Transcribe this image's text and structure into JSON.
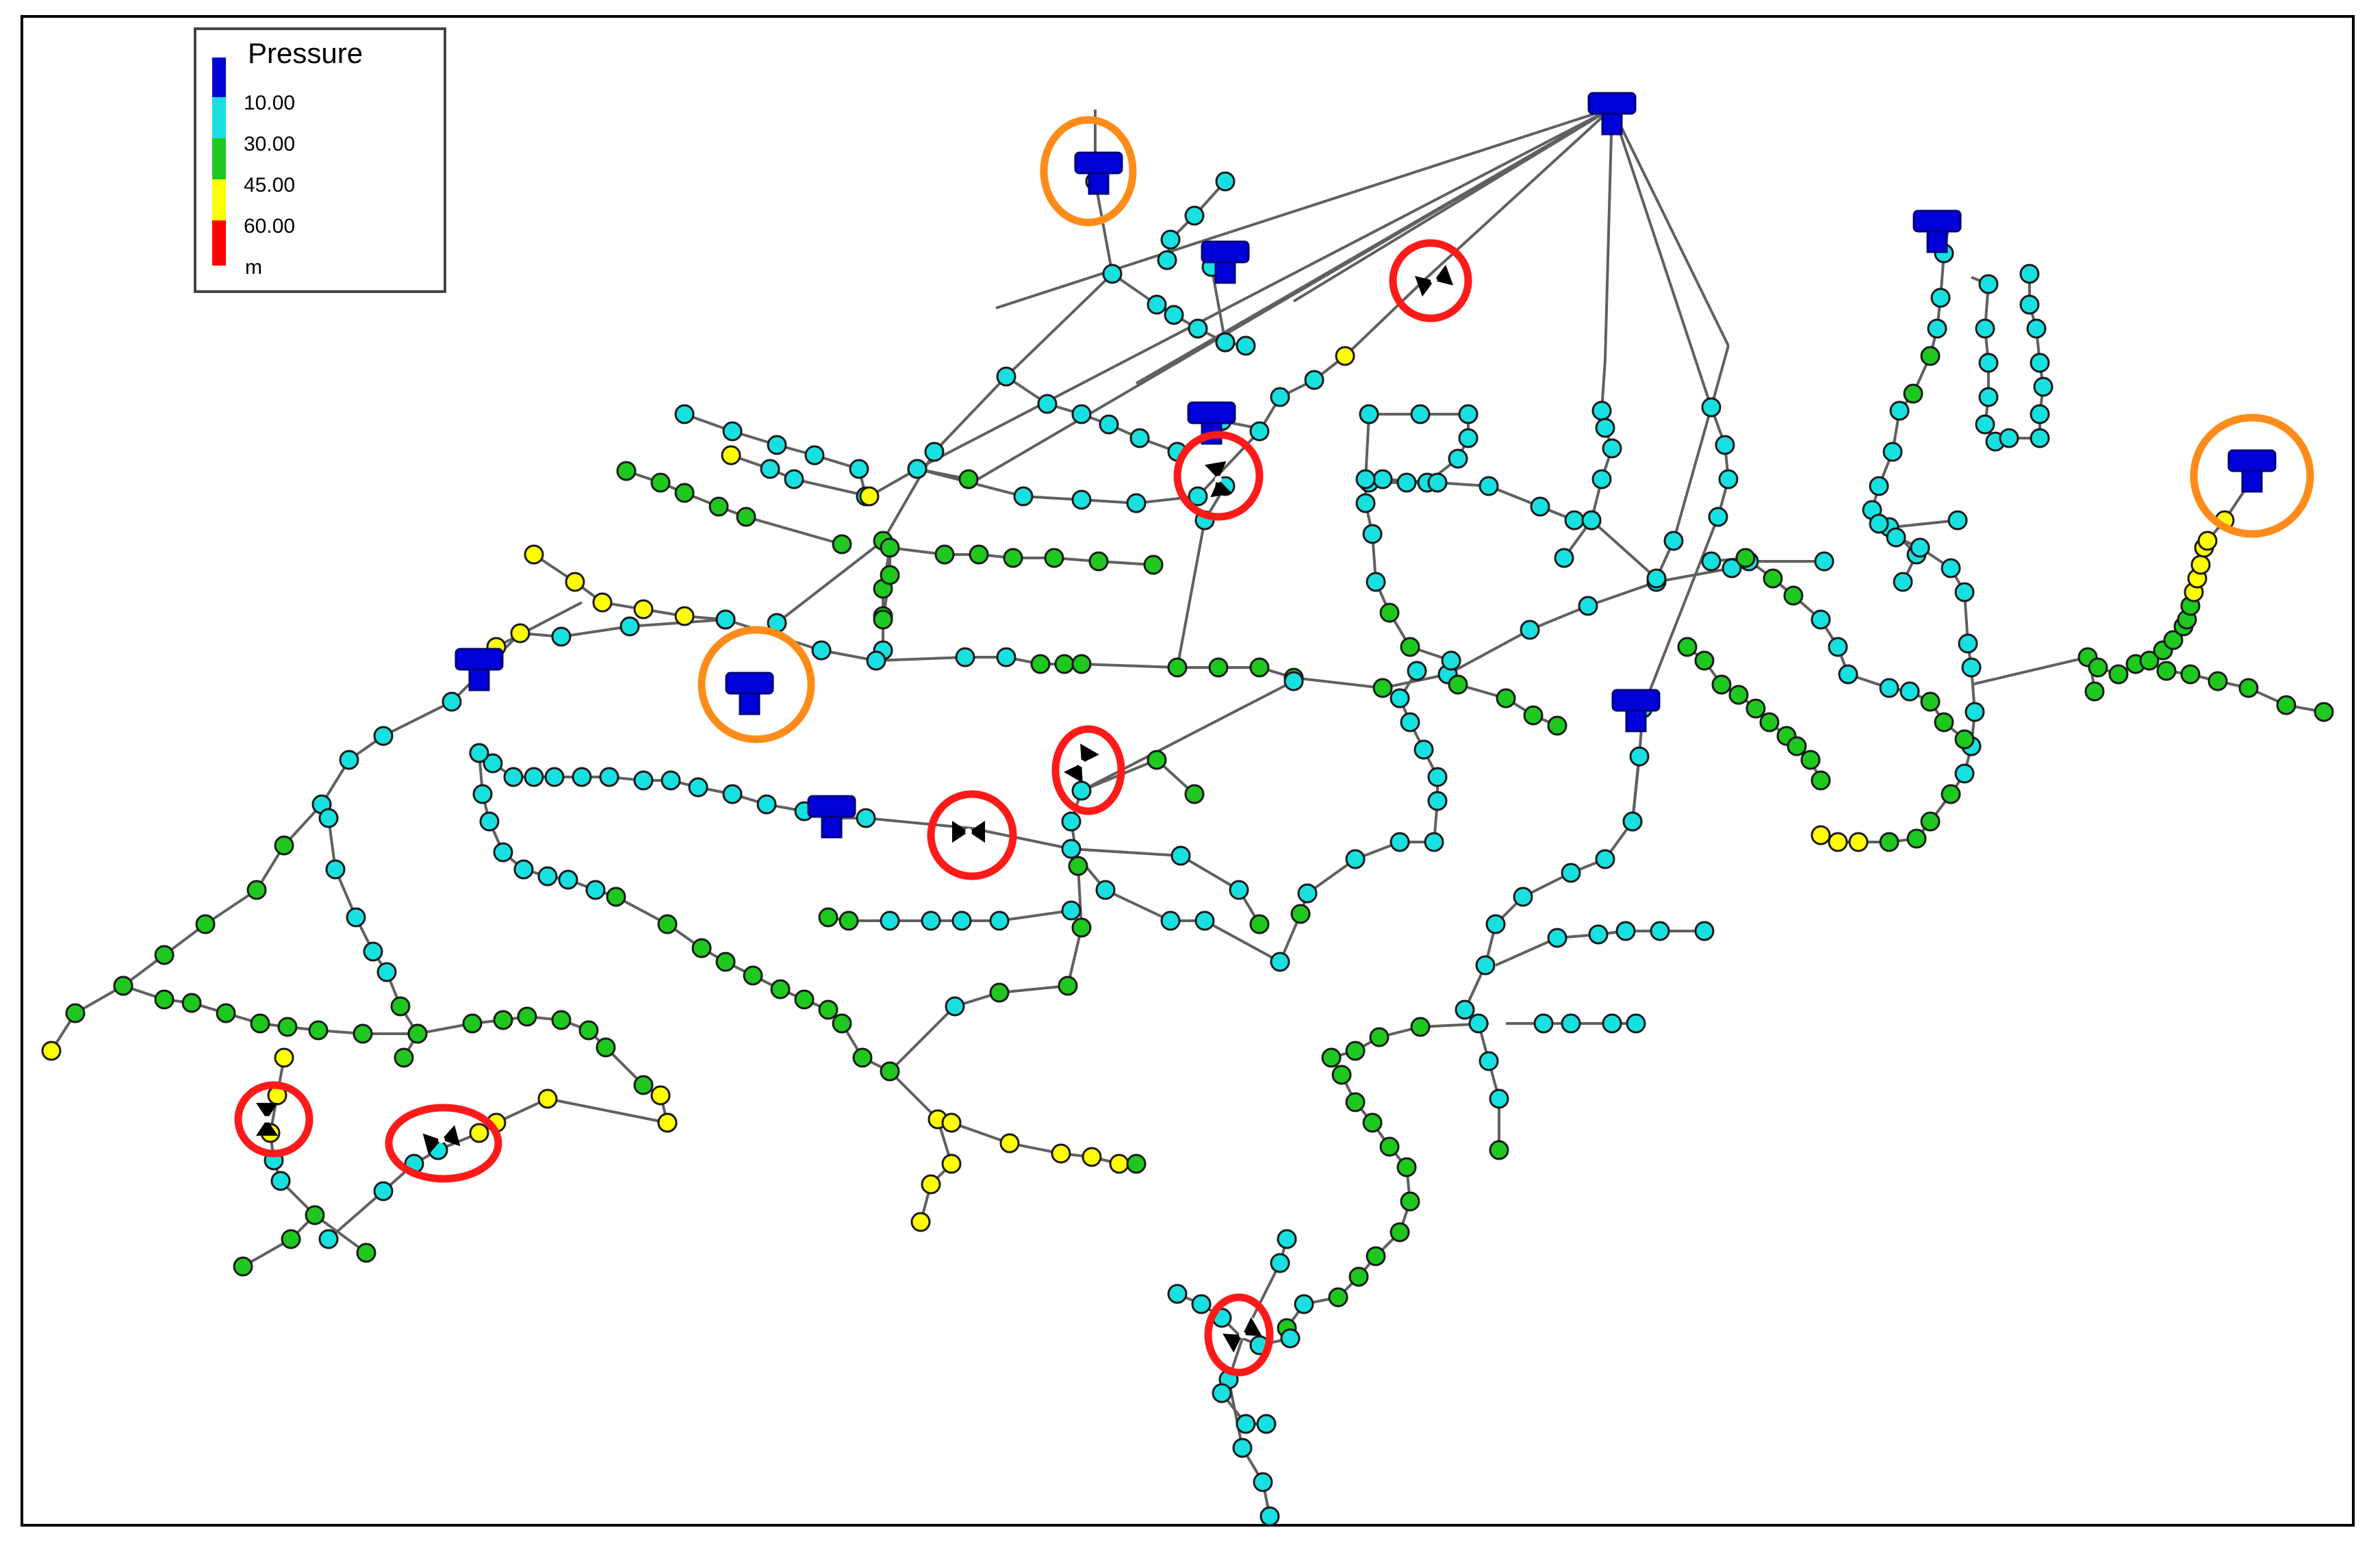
{
  "legend": {
    "title": "Pressure",
    "unit": "m",
    "thresholds": [
      "10.00",
      "30.00",
      "45.00",
      "60.00"
    ],
    "colors": [
      "#0000d8",
      "#18e0e0",
      "#1ec81e",
      "#ffff00",
      "#ff0000"
    ]
  },
  "pipe_color": "#606060",
  "highlight": {
    "tank_ring_color": "#ff8c1a",
    "valve_ring_color": "#ff1a1a"
  },
  "icons": {
    "tank": "tank-icon",
    "valve": "valve-icon",
    "junction": "junction-node"
  }
}
